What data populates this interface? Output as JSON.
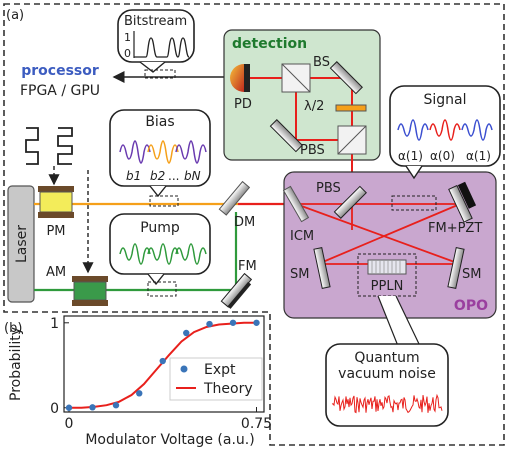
{
  "panels": {
    "a": "(a)",
    "b": "(b)"
  },
  "bitstream": {
    "title": "Bitstream",
    "y_hi": "1",
    "y_lo": "0"
  },
  "processor": {
    "title": "processor",
    "subtitle": "FPGA / GPU"
  },
  "detection": {
    "title": "detection",
    "pd": "PD",
    "bs": "BS",
    "waveplate": "λ/2",
    "pbs": "PBS"
  },
  "signal": {
    "title": "Signal",
    "labels": [
      "α(1)",
      "α(0)",
      "α(1)"
    ],
    "dots": "..."
  },
  "bias": {
    "title": "Bias",
    "labels": [
      "b1",
      "b2",
      "bN"
    ],
    "dots": "..."
  },
  "pump": {
    "title": "Pump"
  },
  "laser": {
    "title": "Laser"
  },
  "components": {
    "pm": "PM",
    "am": "AM",
    "dm": "DM",
    "fm": "FM",
    "pbs2": "PBS",
    "icm": "ICM",
    "sm_left": "SM",
    "sm_right": "SM",
    "fmpzt": "FM+PZT",
    "ppln": "PPLN",
    "opo": "OPO"
  },
  "noise": {
    "title_line1": "Quantum",
    "title_line2": "vacuum noise"
  },
  "colors": {
    "detection_bg": "#cfe6cf",
    "opo_bg": "#c9a7cf",
    "beam_red": "#e8201c",
    "beam_orange": "#f5a01a",
    "beam_green": "#2f9a3c",
    "bias_purple": "#6a3bb0",
    "processor_blue": "#3c5cc0"
  },
  "chart_data": {
    "type": "scatter",
    "title": "",
    "xlabel": "Modulator Voltage (a.u.)",
    "ylabel": "Probability",
    "xlim": [
      -0.02,
      0.78
    ],
    "ylim": [
      -0.05,
      1.08
    ],
    "xticks": [
      "0",
      "0.75"
    ],
    "yticks": [
      "0",
      "1"
    ],
    "legend_position": "bottom-right",
    "series": [
      {
        "name": "Expt",
        "style": "points",
        "x": [
          0.0,
          0.094,
          0.188,
          0.281,
          0.375,
          0.469,
          0.562,
          0.656,
          0.75
        ],
        "y": [
          0.0,
          0.005,
          0.03,
          0.17,
          0.55,
          0.88,
          0.985,
          1.0,
          1.0
        ]
      },
      {
        "name": "Theory",
        "style": "line",
        "x": [
          0.0,
          0.05,
          0.1,
          0.15,
          0.2,
          0.25,
          0.3,
          0.35,
          0.4,
          0.45,
          0.5,
          0.55,
          0.6,
          0.65,
          0.7,
          0.75
        ],
        "y": [
          0.0,
          0.0,
          0.01,
          0.03,
          0.07,
          0.15,
          0.28,
          0.45,
          0.62,
          0.78,
          0.89,
          0.95,
          0.98,
          0.99,
          1.0,
          1.0
        ]
      }
    ]
  }
}
